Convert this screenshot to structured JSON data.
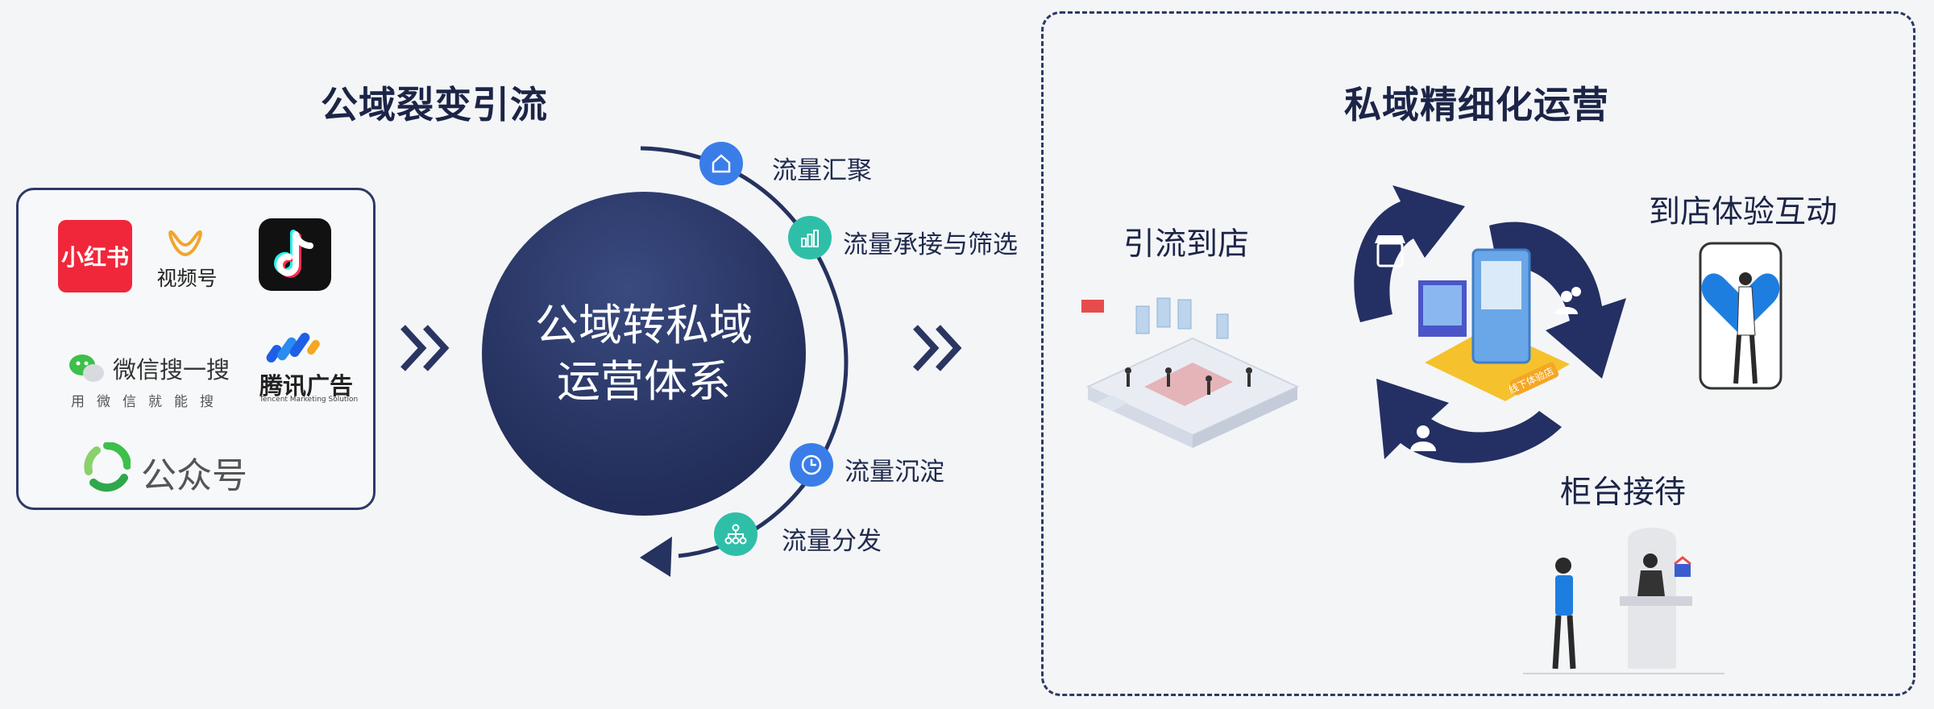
{
  "left_title": "公域裂变引流",
  "right_title": "私域精细化运营",
  "center": {
    "line1": "公域转私域",
    "line2": "运营体系"
  },
  "platforms": {
    "xiaohongshu": "小红书",
    "shipinhao": "视频号",
    "weixin_search": "微信搜一搜",
    "weixin_search_sub": "用微信就能搜",
    "tencent_ads": "腾讯广告",
    "tencent_ads_sub": "Tencent Marketing Solution",
    "gongzhonghao": "公众号"
  },
  "steps": [
    {
      "label": "流量汇聚",
      "icon": "home-icon",
      "color": "#3a7de8"
    },
    {
      "label": "流量承接与筛选",
      "icon": "bar-chart-icon",
      "color": "#2fbfa8"
    },
    {
      "label": "流量沉淀",
      "icon": "clock-icon",
      "color": "#3a7de8"
    },
    {
      "label": "流量分发",
      "icon": "hierarchy-icon",
      "color": "#2fbfa8"
    }
  ],
  "private": {
    "to_store": "引流到店",
    "experience": "到店体验互动",
    "counter": "柜台接待",
    "store_sign": "线下体验店"
  }
}
